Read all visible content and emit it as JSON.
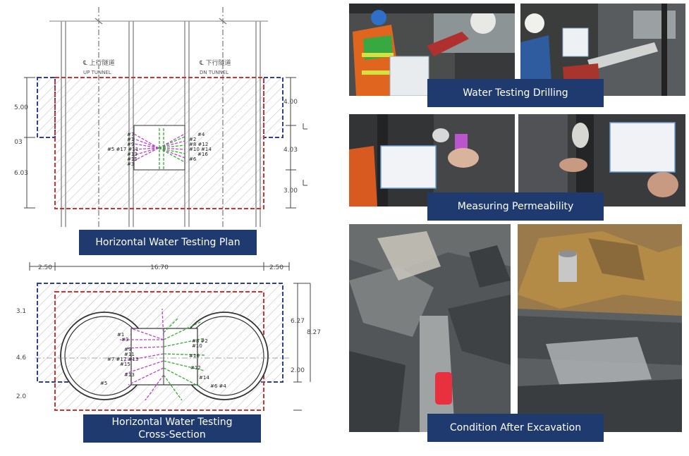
{
  "captions": {
    "plan": "Horizontal Water Testing Plan",
    "section_line1": "Horizontal Water Testing",
    "section_line2": "Cross-Section",
    "drilling": "Water Testing Drilling",
    "permeability": "Measuring Permeability",
    "excavation": "Condition After Excavation"
  },
  "plan": {
    "up_tunnel_cn": "℄ 上行隧道",
    "up_tunnel_en": "UP   TUNNEL",
    "dn_tunnel_cn": "℄ 下行隧道",
    "dn_tunnel_en": "DN   TUNNEL",
    "dim_left_top": "5.00",
    "dim_left_mid": "03",
    "dim_left_bot": "6.03",
    "dim_right_top": "4.00",
    "dim_right_mid": "4.03",
    "dim_right_bot": "3.00",
    "labels_left": [
      "#7",
      "#1",
      "#9",
      "#5 #17 #11",
      "#13",
      "#15",
      "#3"
    ],
    "labels_right": [
      "#4",
      "#2",
      "#8 #12",
      "#10 #14",
      "#16",
      "#6"
    ]
  },
  "section": {
    "dim_top_left": "2.50",
    "dim_top_mid": "16.70",
    "dim_top_right": "2.50",
    "dim_left_1": "3.1",
    "dim_left_2": "4.6",
    "dim_left_3": "2.0",
    "dim_right_1": "6.27",
    "dim_right_2": "8.27",
    "dim_right_3": "2.00",
    "labels_left": [
      "#1",
      "#3",
      "#9",
      "#11",
      "#7 #17 #13",
      "#15",
      "#13",
      "#5"
    ],
    "labels_right": [
      "#8 #2",
      "#10",
      "#16",
      "#12",
      "#14",
      "#6 #4"
    ]
  }
}
